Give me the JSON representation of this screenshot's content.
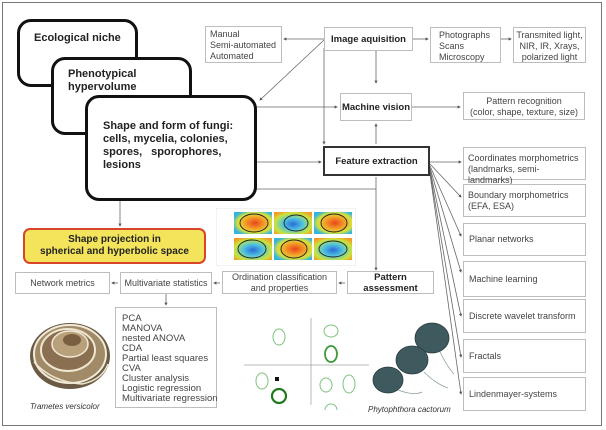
{
  "stacked_cards": {
    "ecological_niche": "Ecological niche",
    "phenotypical": [
      "Phenotypical",
      "hypervolume"
    ],
    "shape_form": [
      "Shape and form of fungi:",
      "cells, mycelia, colonies,",
      "spores, sporophores,",
      "lesions"
    ]
  },
  "acquisition_modes": [
    "Manual",
    "Semi-automated",
    "Automated"
  ],
  "image_acquisition": "Image aquisition",
  "sources": [
    "Photographs",
    "Scans",
    "Microscopy"
  ],
  "light_types": [
    "Transmited light,",
    "NIR, IR, Xrays,",
    "polarized light"
  ],
  "machine_vision": "Machine vision",
  "pattern_recognition": [
    "Pattern recognition",
    "(color, shape, texture, size)"
  ],
  "feature_extraction": "Feature extraction",
  "methods": [
    [
      "Coordinates morphometrics",
      "(landmarks, semi-landmarks)"
    ],
    [
      "Boundary morphometrics",
      "(EFA, ESA)"
    ],
    [
      "Planar networks"
    ],
    [
      "Machine learning"
    ],
    [
      "Discrete wavelet transform"
    ],
    [
      "Fractals"
    ],
    [
      "Lindenmayer-systems"
    ]
  ],
  "shape_projection": [
    "Shape projection in",
    "spherical and hyperbolic space"
  ],
  "pattern_assessment": "Pattern assessment",
  "ordination": [
    "Ordination classification",
    "and properties"
  ],
  "multivariate_statistics": "Multivariate statistics",
  "network_metrics": "Network metrics",
  "statistics_list": [
    "PCA",
    "MANOVA",
    "nested ANOVA",
    "CDA",
    "Partial least squares",
    "CVA",
    "Cluster analysis",
    "Logistic regression",
    "Multivariate regression"
  ],
  "captions": {
    "trametes": "Trametes versicolor",
    "phytophthora": "Phytophthora cactorum"
  },
  "colors": {
    "highlight_fill": "#f4e45c",
    "highlight_border": "#d9452a",
    "scatter_green": "#3a9a3a"
  }
}
